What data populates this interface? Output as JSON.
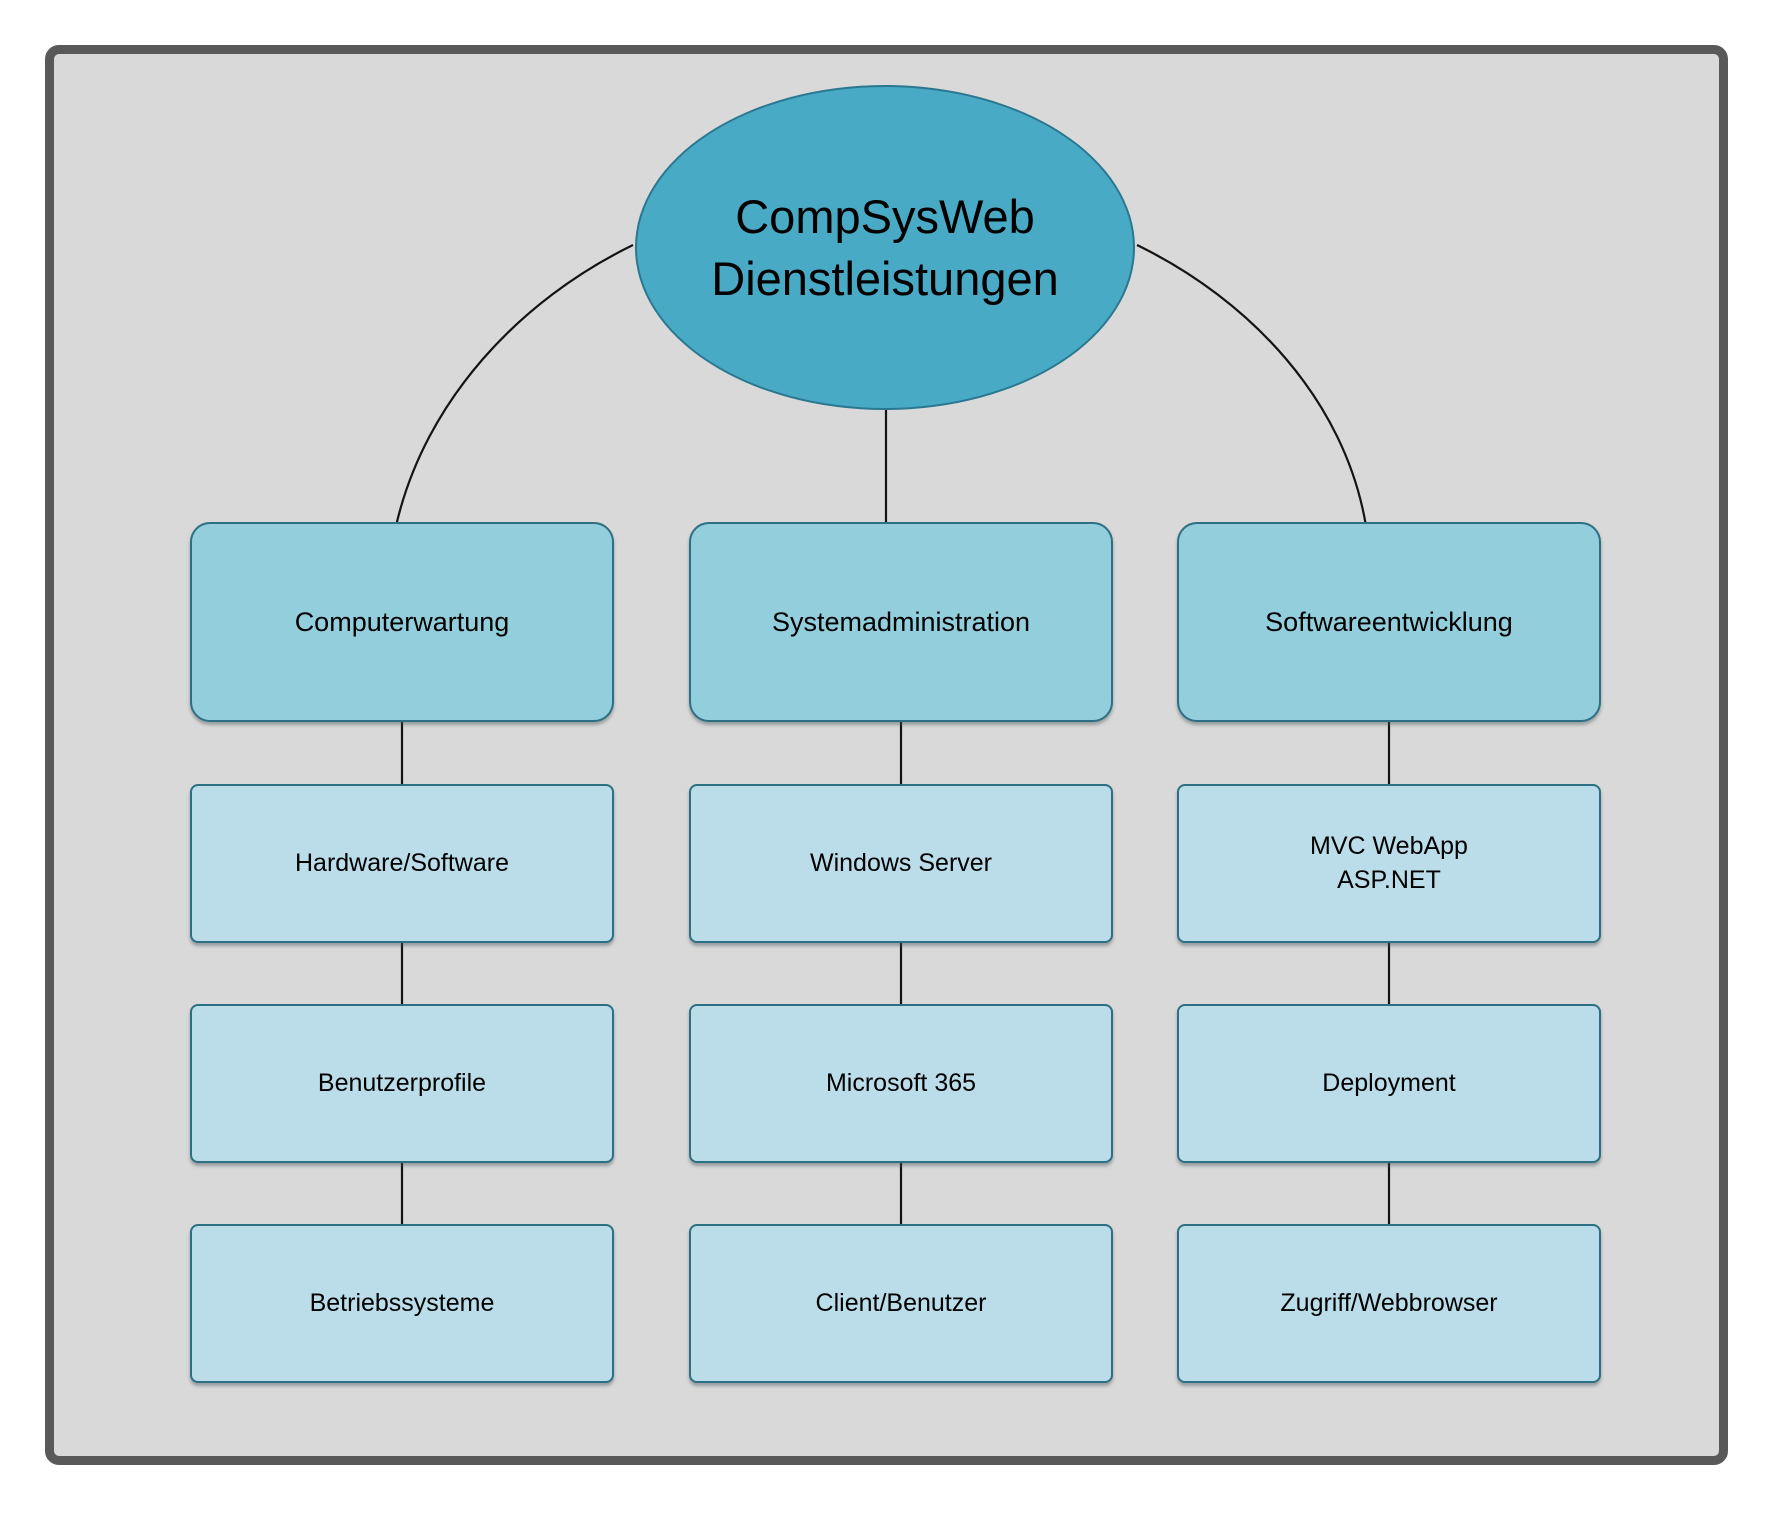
{
  "diagram": {
    "root_label": "CompSysWeb\nDienstleistungen",
    "branches": [
      {
        "label": "Computerwartung",
        "children": [
          "Hardware/Software",
          "Benutzerprofile",
          "Betriebssysteme"
        ]
      },
      {
        "label": "Systemadministration",
        "children": [
          "Windows Server",
          "Microsoft 365",
          "Client/Benutzer"
        ]
      },
      {
        "label": "Softwareentwicklung",
        "children": [
          "MVC WebApp\nASP.NET",
          "Deployment",
          "Zugriff/Webbrowser"
        ]
      }
    ],
    "colors": {
      "root_fill": "#49aac5",
      "level1_fill": "#93cedd",
      "level2_fill": "#badde9",
      "node_border": "#2e7083",
      "canvas_bg": "#d9d9d9",
      "frame_border": "#595959",
      "connector": "#141414"
    }
  }
}
